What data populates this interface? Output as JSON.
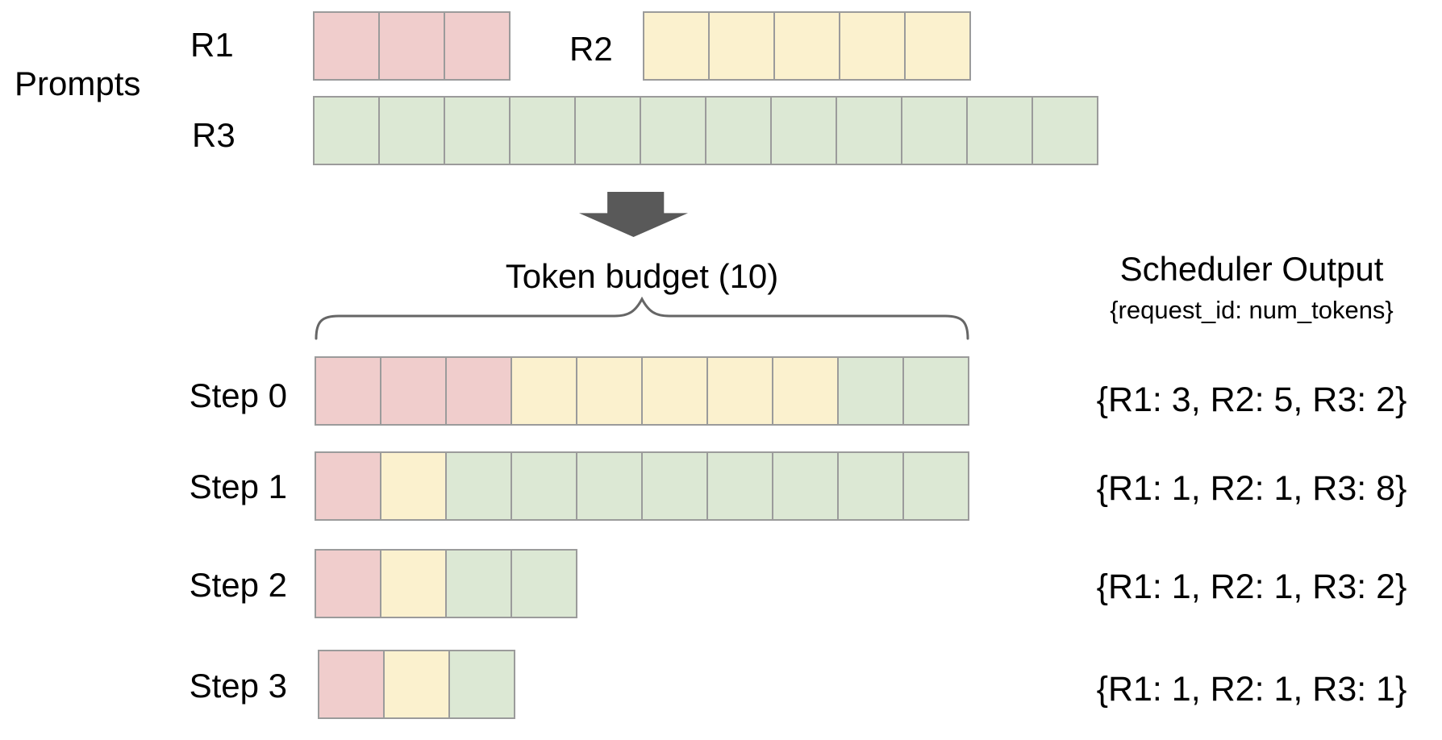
{
  "palette": {
    "r1": "#F0CDCC",
    "r2": "#FBF1CE",
    "r3": "#DCE8D4",
    "cell_border": "#9B9B9B",
    "arrow": "#595959",
    "brace": "#666666",
    "text": "#000000",
    "background": "#FFFFFF"
  },
  "prompt_section": {
    "label": "Prompts",
    "requests": [
      {
        "id": "R1",
        "num_prompt_tokens": 3,
        "color_key": "r1",
        "cells": [
          [
            "r1",
            3
          ]
        ]
      },
      {
        "id": "R2",
        "num_prompt_tokens": 5,
        "color_key": "r2",
        "cells": [
          [
            "r2",
            5
          ]
        ]
      },
      {
        "id": "R3",
        "num_prompt_tokens": 12,
        "color_key": "r3",
        "cells": [
          [
            "r3",
            12
          ]
        ]
      }
    ]
  },
  "token_budget": {
    "label": "Token budget (10)",
    "value": 10
  },
  "scheduler": {
    "title": "Scheduler Output",
    "subtitle": "{request_id: num_tokens}"
  },
  "steps": [
    {
      "label": "Step 0",
      "allocation": [
        [
          "r1",
          3
        ],
        [
          "r2",
          5
        ],
        [
          "r3",
          2
        ]
      ],
      "output": "{R1: 3, R2: 5, R3: 2}"
    },
    {
      "label": "Step 1",
      "allocation": [
        [
          "r1",
          1
        ],
        [
          "r2",
          1
        ],
        [
          "r3",
          8
        ]
      ],
      "output": "{R1: 1, R2: 1, R3: 8}"
    },
    {
      "label": "Step 2",
      "allocation": [
        [
          "r1",
          1
        ],
        [
          "r2",
          1
        ],
        [
          "r3",
          2
        ]
      ],
      "output": "{R1: 1, R2: 1, R3: 2}"
    },
    {
      "label": "Step 3",
      "allocation": [
        [
          "r1",
          1
        ],
        [
          "r2",
          1
        ],
        [
          "r3",
          1
        ]
      ],
      "output": "{R1: 1, R2: 1, R3: 1}"
    }
  ]
}
